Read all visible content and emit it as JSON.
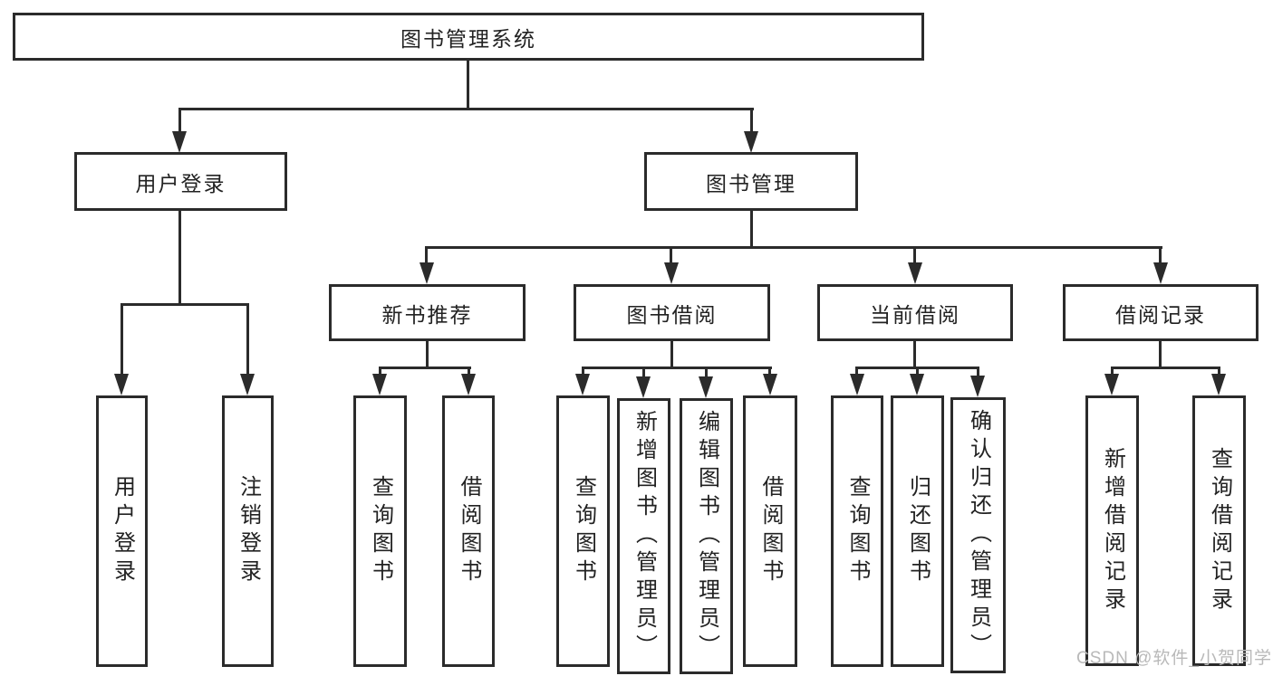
{
  "tree": {
    "label": "图书管理系统",
    "children": [
      {
        "label": "用户登录",
        "children": [
          {
            "label": "用户登录"
          },
          {
            "label": "注销登录"
          }
        ]
      },
      {
        "label": "图书管理",
        "children": [
          {
            "label": "新书推荐",
            "children": [
              {
                "label": "查询图书"
              },
              {
                "label": "借阅图书"
              }
            ]
          },
          {
            "label": "图书借阅",
            "children": [
              {
                "label": "查询图书"
              },
              {
                "label": "新增图书（管理员）"
              },
              {
                "label": "编辑图书（管理员）"
              },
              {
                "label": "借阅图书"
              }
            ]
          },
          {
            "label": "当前借阅",
            "children": [
              {
                "label": "查询图书"
              },
              {
                "label": "归还图书"
              },
              {
                "label": "确认归还（管理员）"
              }
            ]
          },
          {
            "label": "借阅记录",
            "children": [
              {
                "label": "新增借阅记录"
              },
              {
                "label": "查询借阅记录"
              }
            ]
          }
        ]
      }
    ]
  },
  "watermark": "CSDN @软件_小贺同学",
  "colors": {
    "line": "#2b2b2b",
    "text": "#222222",
    "watermark": "#b9b9b9",
    "background": "#ffffff"
  }
}
